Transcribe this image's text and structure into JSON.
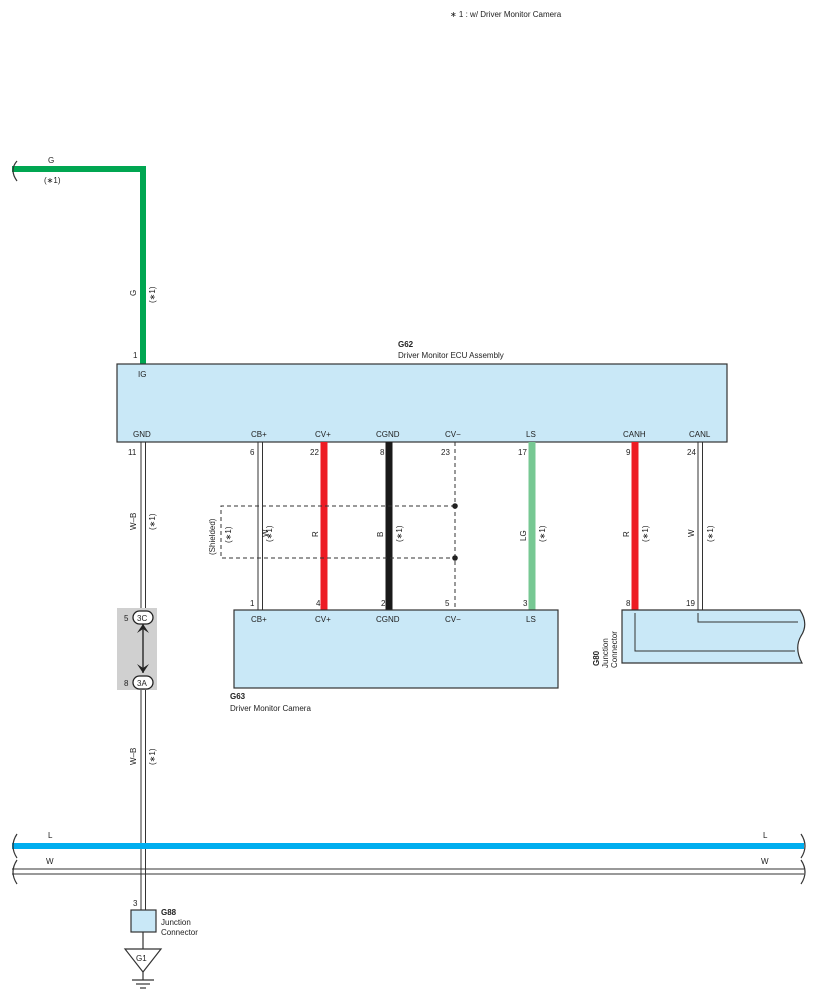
{
  "colors": {
    "ecu_fill": "#c9e8f7",
    "outline": "#333333",
    "wire_green": "#00a651",
    "wire_red": "#ed1c24",
    "wire_black": "#1a1a1a",
    "wire_light_green": "#77c893",
    "wire_blue": "#00aeef",
    "junction_gray": "#d0d0d0"
  },
  "note": "∗ 1 : w/ Driver Monitor Camera",
  "ecu": {
    "code": "G62",
    "name": "Driver Monitor ECU Assembly",
    "ig_pin": "1",
    "ig_label": "IG",
    "terminals": [
      {
        "label": "GND",
        "pin": "11"
      },
      {
        "label": "CB+",
        "pin": "6"
      },
      {
        "label": "CV+",
        "pin": "22"
      },
      {
        "label": "CGND",
        "pin": "8"
      },
      {
        "label": "CV−",
        "pin": "23"
      },
      {
        "label": "LS",
        "pin": "17"
      },
      {
        "label": "CANH",
        "pin": "9"
      },
      {
        "label": "CANL",
        "pin": "24"
      }
    ]
  },
  "camera": {
    "code": "G63",
    "name": "Driver Monitor Camera",
    "terminals": [
      {
        "label": "CB+",
        "pin": "1"
      },
      {
        "label": "CV+",
        "pin": "4"
      },
      {
        "label": "CGND",
        "pin": "2"
      },
      {
        "label": "CV−",
        "pin": "5"
      },
      {
        "label": "LS",
        "pin": "3"
      }
    ]
  },
  "junction_g80": {
    "code": "G80",
    "name_line1": "Junction",
    "name_line2": "Connector",
    "pin_canh": "8",
    "pin_canl": "19"
  },
  "junction_g88": {
    "code": "G88",
    "name_line1": "Junction",
    "name_line2": "Connector",
    "pin": "3"
  },
  "ground": {
    "label": "G1"
  },
  "inline_connector": {
    "top_pin": "5",
    "top_label": "3C",
    "bottom_pin": "8",
    "bottom_label": "3A"
  },
  "wires": {
    "g_top": {
      "color": "G",
      "note": "(∗1)"
    },
    "g_vert": {
      "color": "G",
      "note": "(∗1)"
    },
    "wb_upper": {
      "color": "W–B",
      "note": "(∗1)"
    },
    "wb_lower": {
      "color": "W–B",
      "note": "(∗1)"
    },
    "cb": {
      "color": "W",
      "note": "(∗1)"
    },
    "cv_plus": {
      "color": "R"
    },
    "cgnd": {
      "color": "B",
      "note": "(∗1)"
    },
    "ls": {
      "color": "LG",
      "note": "(∗1)"
    },
    "canh": {
      "color": "R",
      "note": "(∗1)"
    },
    "canl": {
      "color": "W",
      "note": "(∗1)"
    },
    "shield": {
      "label": "(Shielded)",
      "note": "(∗1)"
    },
    "bus_l": {
      "color": "L"
    },
    "bus_w": {
      "color": "W"
    }
  }
}
